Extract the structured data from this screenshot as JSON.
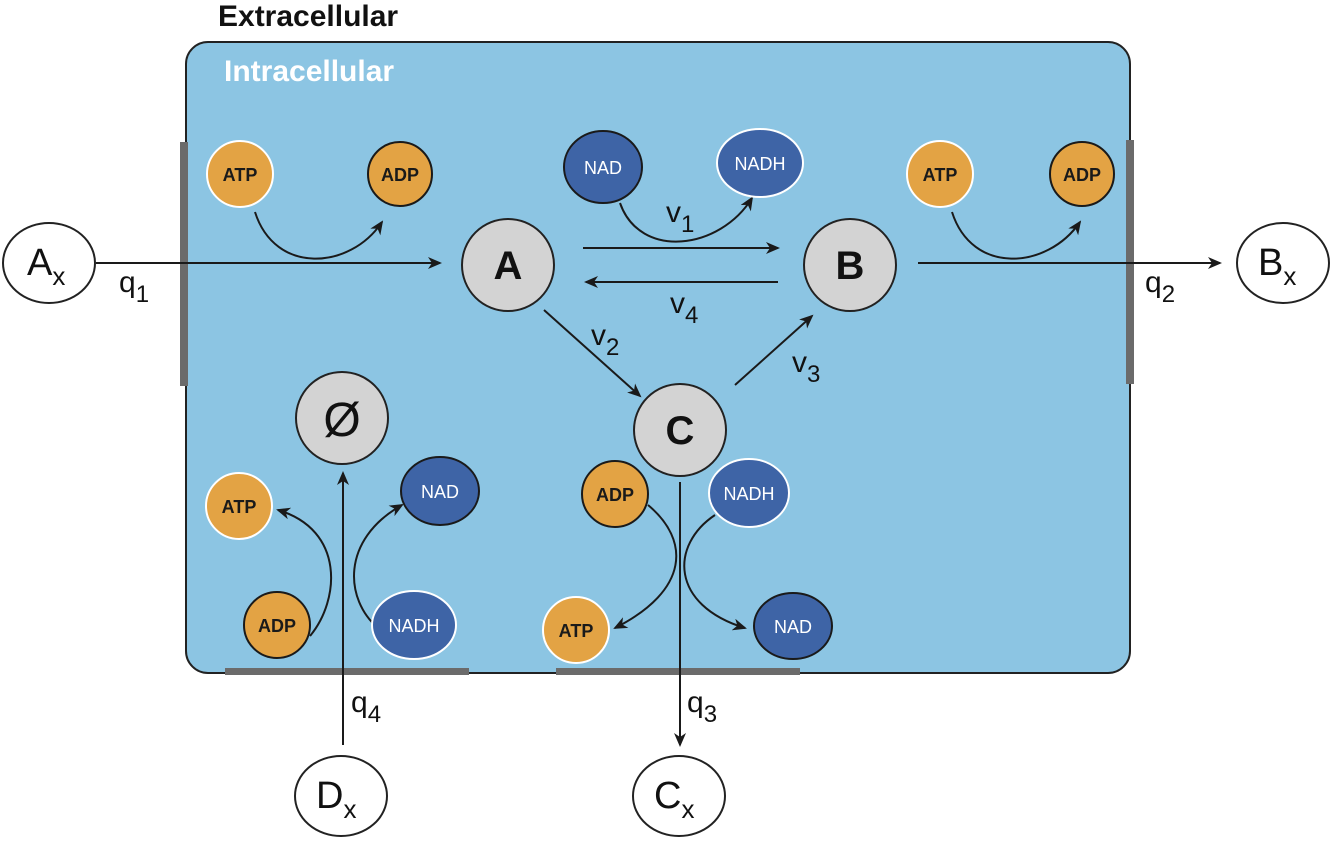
{
  "labels": {
    "extracellular": "Extracellular",
    "intracellular": "Intracellular"
  },
  "colors": {
    "cell_fill": "#8cc5e3",
    "atp_adp": "#e3a344",
    "nad_nadh": "#3e64a6",
    "metabolite": "#d3d3d3",
    "membrane_transporter": "#6b6b6b"
  },
  "metabolites": {
    "A": "A",
    "B": "B",
    "C": "C",
    "empty": "Ø"
  },
  "external": {
    "Ax": {
      "base": "A",
      "sub": "x"
    },
    "Bx": {
      "base": "B",
      "sub": "x"
    },
    "Cx": {
      "base": "C",
      "sub": "x"
    },
    "Dx": {
      "base": "D",
      "sub": "x"
    }
  },
  "fluxes": {
    "q1": {
      "base": "q",
      "sub": "1"
    },
    "q2": {
      "base": "q",
      "sub": "2"
    },
    "q3": {
      "base": "q",
      "sub": "3"
    },
    "q4": {
      "base": "q",
      "sub": "4"
    },
    "v1": {
      "base": "v",
      "sub": "1"
    },
    "v2": {
      "base": "v",
      "sub": "2"
    },
    "v3": {
      "base": "v",
      "sub": "3"
    },
    "v4": {
      "base": "v",
      "sub": "4"
    }
  },
  "cofactors": {
    "atp": "ATP",
    "adp": "ADP",
    "nad": "NAD",
    "nadh": "NADH"
  }
}
